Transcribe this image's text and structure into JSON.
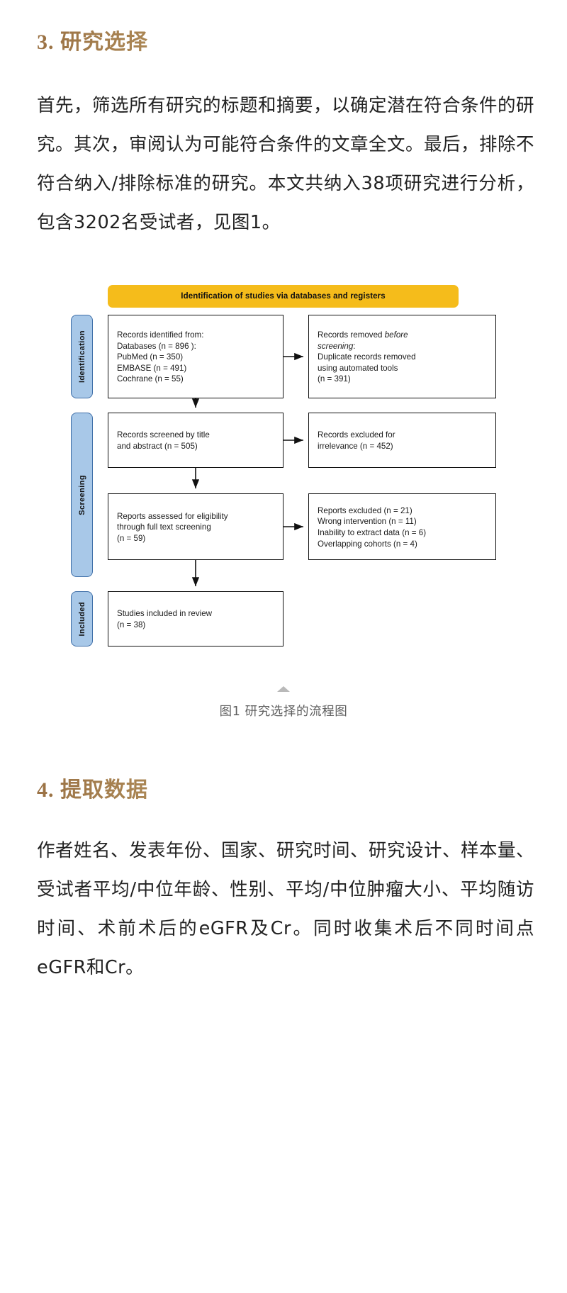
{
  "sections": [
    {
      "heading": "3. 研究选择",
      "paragraph": "首先，筛选所有研究的标题和摘要，以确定潜在符合条件的研究。其次，审阅认为可能符合条件的文章全文。最后，排除不符合纳入/排除标准的研究。本文共纳入38项研究进行分析，包含3202名受试者，见图1。"
    },
    {
      "heading": "4. 提取数据",
      "paragraph": "作者姓名、发表年份、国家、研究时间、研究设计、样本量、受试者平均/中位年龄、性别、平均/中位肿瘤大小、平均随访时间、术前术后的eGFR及Cr。同时收集术后不同时间点eGFR和Cr。"
    }
  ],
  "figure": {
    "caption": "图1 研究选择的流程图",
    "collapse_icon": "triangle-up-icon",
    "flowchart": {
      "banner": "Identification of studies via databases and registers",
      "stages": [
        {
          "name": "identification",
          "label": "Identification"
        },
        {
          "name": "screening",
          "label": "Screening"
        },
        {
          "name": "included",
          "label": "Included"
        }
      ],
      "boxes": {
        "identified": "Records identified from:\n    Databases (n =  896 ):\n        PubMed (n = 350)\n        EMBASE (n = 491)\n        Cochrane (n = 55)",
        "removed_lead": "Records removed ",
        "removed_em1": "before",
        "removed_em2": "screening",
        "removed_tail": ":\n    Duplicate records removed\n    using automated tools\n    (n = 391)",
        "screened": "Records screened by title\nand abstract (n = 505)",
        "excluded": "Records excluded for\nirrelevance (n = 452)",
        "eligible": "Reports assessed for eligibility\nthrough full text screening\n(n = 59)",
        "reports_excluded": "Reports excluded (n = 21)\n    Wrong intervention (n = 11)\n    Inability to extract data (n = 6)\n    Overlapping cohorts (n = 4)",
        "included": "Studies included in review\n(n = 38)"
      }
    }
  },
  "colors": {
    "heading_gradient_start": "#9a7144",
    "heading_gradient_end": "#e8d9b6",
    "banner_amber": "#f5bc1b",
    "stage_blue_fill": "#a8c8e8",
    "stage_blue_border": "#3f6fa8",
    "box_border": "#111111",
    "body_text": "#222222",
    "caption_text": "#5f5f5f"
  }
}
